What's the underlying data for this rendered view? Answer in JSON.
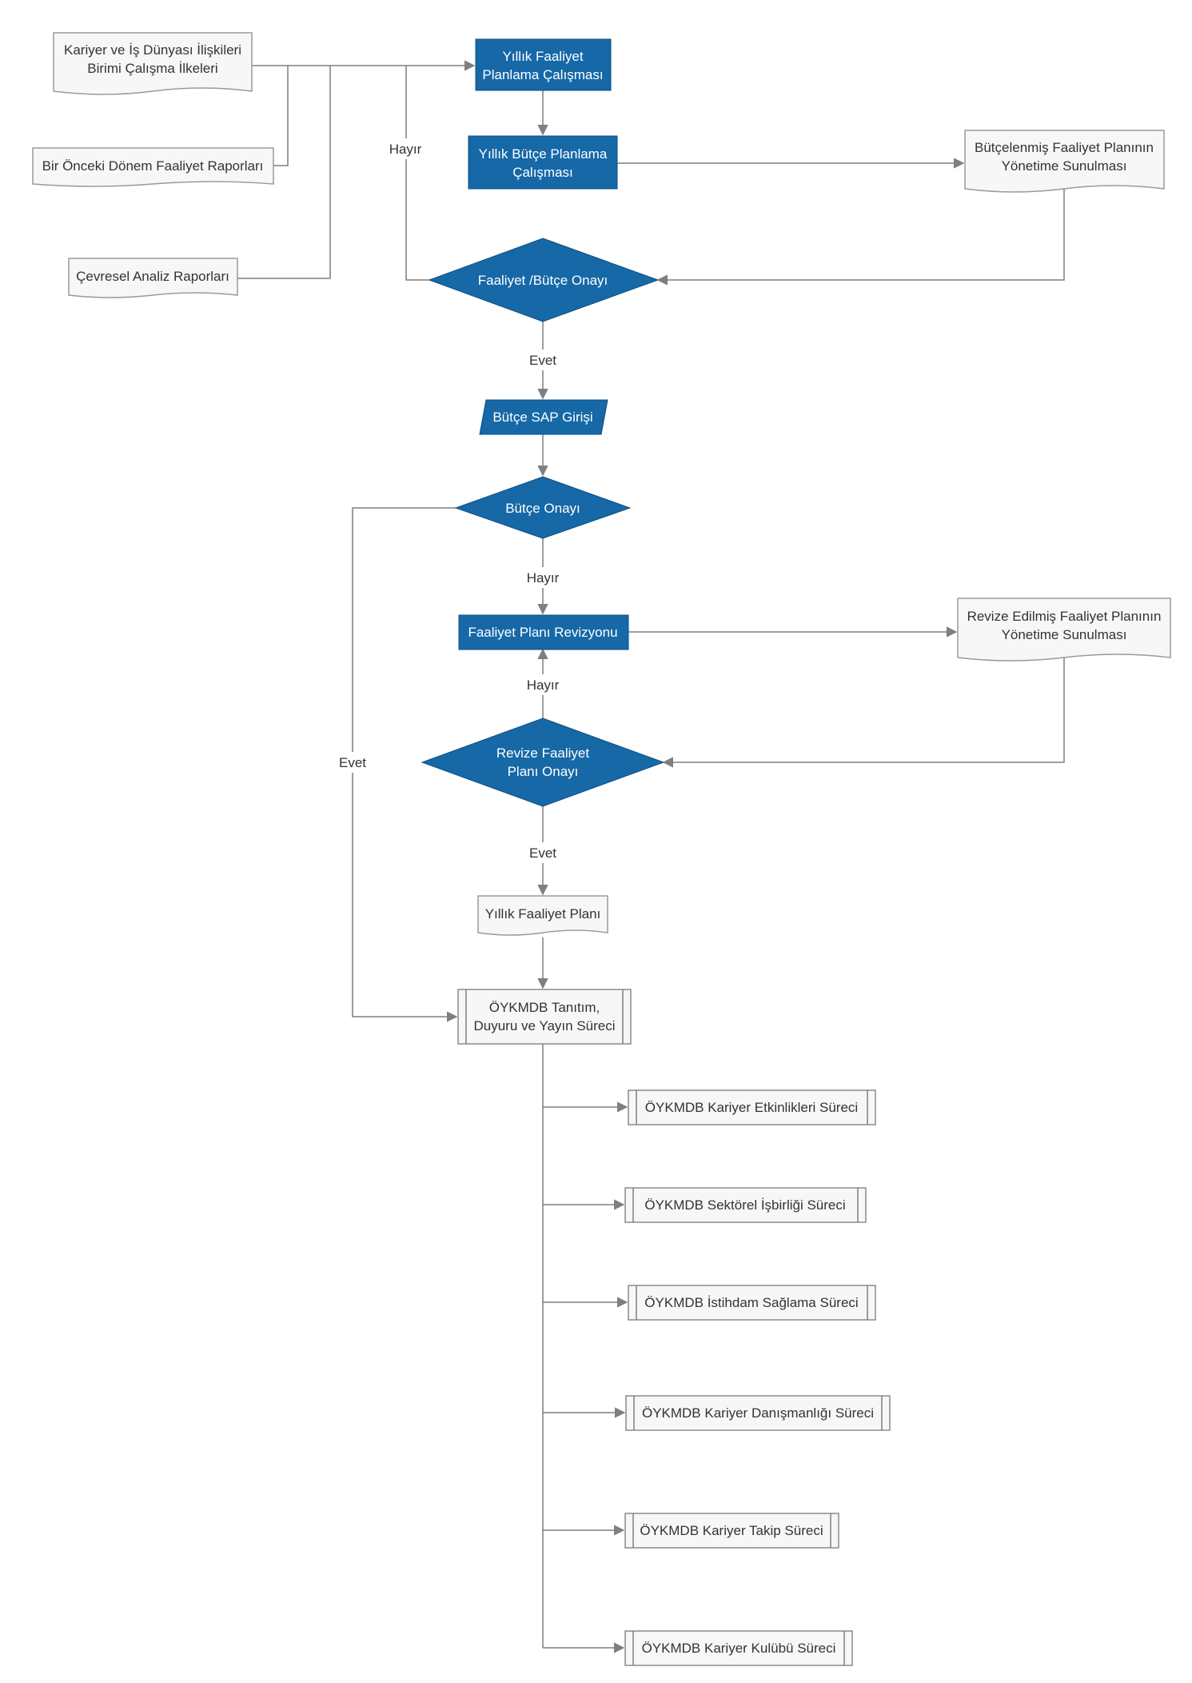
{
  "nodes": {
    "career_principles": [
      "Kariyer ve İş Dünyası İlişkileri",
      "Birimi Çalışma İlkeleri"
    ],
    "previous_reports": [
      "Bir Önceki Dönem Faaliyet Raporları"
    ],
    "environmental_reports": [
      "Çevresel Analiz Raporları"
    ],
    "annual_planning": [
      "Yıllık Faaliyet",
      "Planlama Çalışması"
    ],
    "budget_planning": [
      "Yıllık Bütçe Planlama",
      "Çalışması"
    ],
    "budgeted_plan_doc": [
      "Bütçelenmiş Faaliyet Planının",
      "Yönetime Sunulması"
    ],
    "activity_budget_approval": [
      "Faaliyet /Bütçe Onayı"
    ],
    "sap_entry": [
      "Bütçe SAP Girişi"
    ],
    "budget_approval": [
      "Bütçe Onayı"
    ],
    "plan_revision": [
      "Faaliyet Planı Revizyonu"
    ],
    "revised_plan_doc": [
      "Revize Edilmiş Faaliyet Planının",
      "Yönetime Sunulması"
    ],
    "revised_approval": [
      "Revize Faaliyet",
      "Planı Onayı"
    ],
    "annual_plan_doc": [
      "Yıllık Faaliyet Planı"
    ],
    "promotion_process": [
      "ÖYKMDB Tanıtım,",
      "Duyuru ve Yayın Süreci"
    ],
    "events_process": [
      "ÖYKMDB Kariyer Etkinlikleri Süreci"
    ],
    "sector_process": [
      "ÖYKMDB Sektörel İşbirliği Süreci"
    ],
    "employment_process": [
      "ÖYKMDB İstihdam Sağlama Süreci"
    ],
    "counseling_process": [
      "ÖYKMDB Kariyer Danışmanlığı Süreci"
    ],
    "tracking_process": [
      "ÖYKMDB Kariyer Takip Süreci"
    ],
    "club_process": [
      "ÖYKMDB Kariyer Kulübü Süreci"
    ]
  },
  "edge_labels": {
    "hayir_top": "Hayır",
    "evet_after_approval": "Evet",
    "hayir_budget": "Hayır",
    "hayir_revision": "Hayır",
    "evet_left": "Evet",
    "evet_after_revised": "Evet"
  },
  "colors": {
    "process_fill": "#1668a7",
    "document_fill": "#f7f7f7",
    "connector": "#7f7f7f"
  }
}
